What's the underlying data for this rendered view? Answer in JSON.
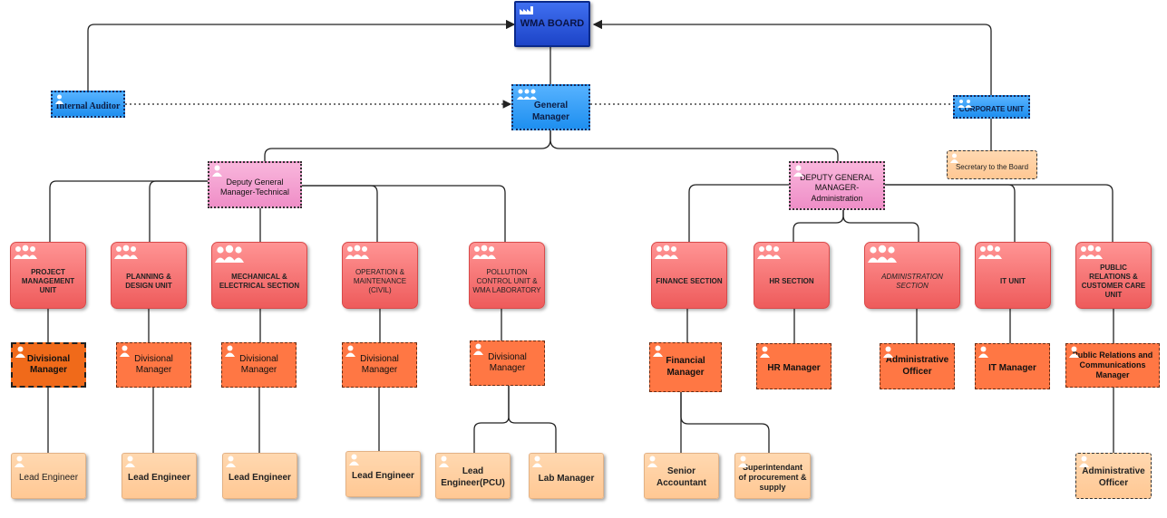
{
  "board": "WMA BOARD",
  "general_manager": "General Manager",
  "internal_auditor": "Internal Auditor",
  "corporate_unit": "CORPORATE UNIT",
  "secretary": "Secretary to the Board",
  "dgm_technical": "Deputy General Manager-Technical",
  "dgm_administration": "DEPUTY GENERAL MANAGER-Administration",
  "sections": {
    "pmu": "PROJECT MANAGEMENT UNIT",
    "planning": "PLANNING & DESIGN UNIT",
    "mechanical": "MECHANICAL & ELECTRICAL SECTION",
    "operation": "OPERATION & MAINTENANCE (CIVIL)",
    "pollution": "POLLUTION CONTROL UNIT & WMA LABORATORY",
    "finance": "FINANCE SECTION",
    "hr": "HR SECTION",
    "administration": "ADMINISTRATION SECTION",
    "it": "IT UNIT",
    "public_relations": "PUBLIC RELATIONS & CUSTOMER CARE UNIT"
  },
  "managers": {
    "divisional": "Divisional Manager",
    "financial": "Financial Manager",
    "hr": "HR Manager",
    "administrative_officer": "Administrative Officer",
    "it": "IT Manager",
    "public_relations": "Public Relations and Communications Manager"
  },
  "staff": {
    "lead_engineer": "Lead Engineer",
    "lead_engineer_pcu": "Lead Engineer(PCU)",
    "lab_manager": "Lab Manager",
    "senior_accountant": "Senior Accountant",
    "superintendant": "Superintendant of procurement & supply",
    "administrative_officer": "Administrative Officer"
  },
  "icons": {
    "board": "factory-icon",
    "group": "people-group-icon",
    "person": "person-icon"
  },
  "colors": {
    "board": "#1d44c8",
    "executive": "#1e8ff0",
    "deputy": "#ef8ec7",
    "section": "#ee5b5b",
    "manager": "#ff7744",
    "staff": "#ffc894",
    "connector": "#222222"
  }
}
